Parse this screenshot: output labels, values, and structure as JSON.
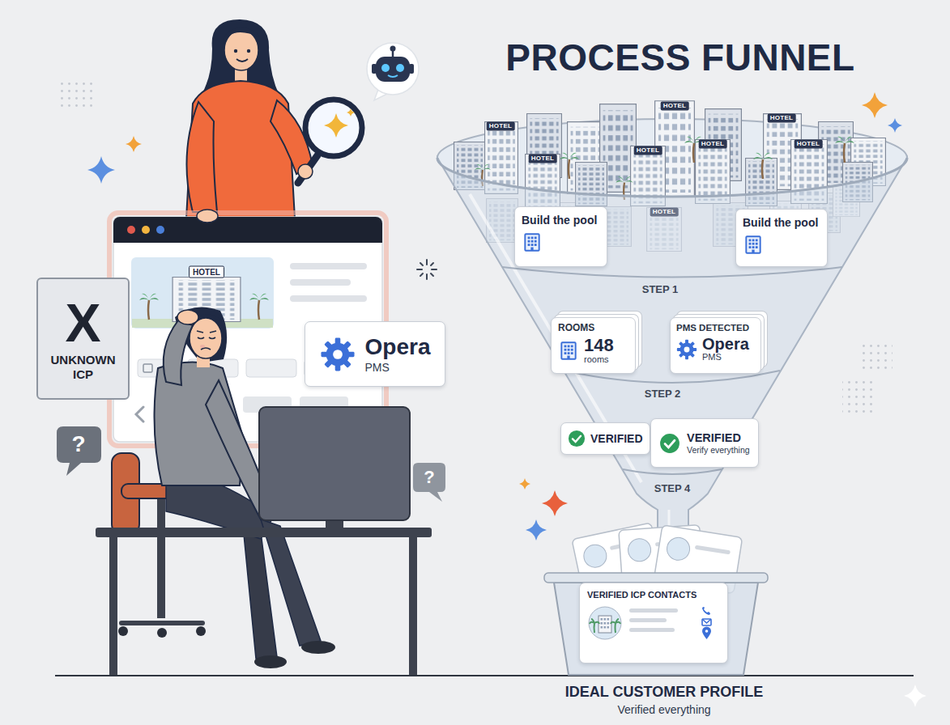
{
  "diagram": {
    "title": "PROCESS FUNNEL",
    "nodes": [
      {
        "text": [
          "X",
          "UNKNOWN ICP"
        ]
      },
      {
        "text": [
          "Opera",
          "PMS"
        ]
      },
      {
        "text": [
          "Build the pool"
        ]
      },
      {
        "text": [
          "Build the pool"
        ]
      },
      {
        "text": [
          "ROOMS",
          "148",
          "rooms"
        ]
      },
      {
        "text": [
          "PMS DETECTED",
          "Opera",
          "PMS"
        ]
      },
      {
        "text": [
          "VERIFIED"
        ]
      },
      {
        "text": [
          "VERIFIED",
          "Verify everything"
        ]
      },
      {
        "text": [
          "VERIFIED ICP CONTACTS"
        ]
      }
    ],
    "labels": [
      "HOTEL",
      "HOTEL",
      "HOTEL",
      "HOTEL",
      "HOTEL",
      "HOTEL",
      "HOTEL",
      "HOTEL",
      "HOTEL",
      "STEP 1",
      "STEP 2",
      "STEP 4",
      "?",
      "?",
      "IDEAL CUSTOMER PROFILE",
      "Verified everything"
    ]
  }
}
